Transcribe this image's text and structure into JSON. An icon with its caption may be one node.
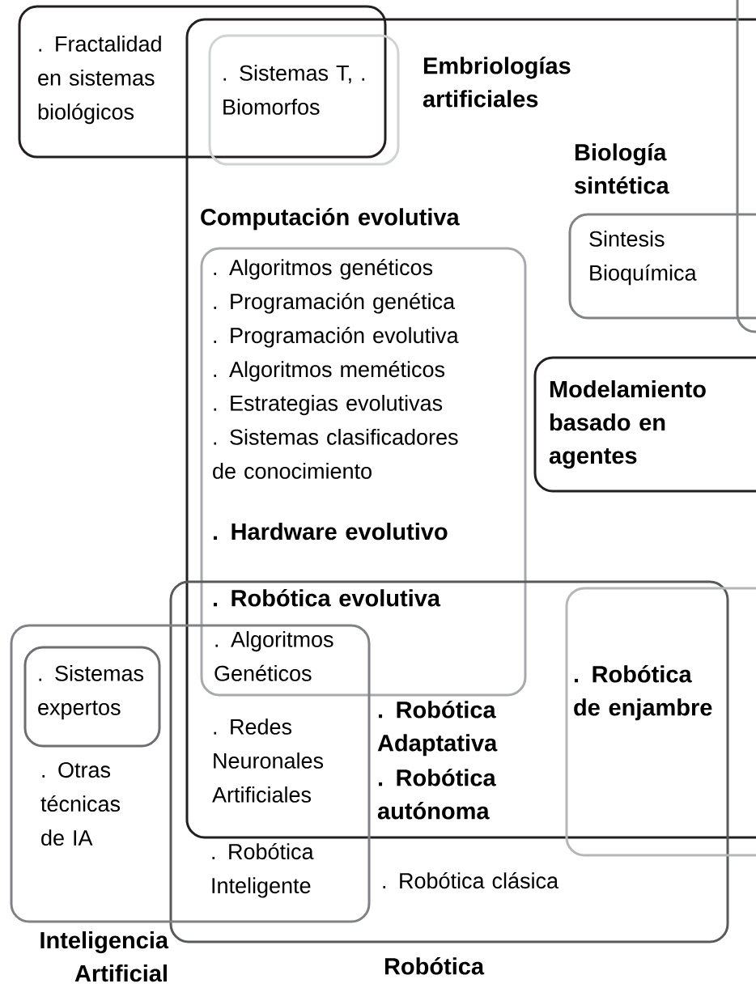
{
  "diagram": {
    "nodes": [
      {
        "text": [
          ". Fractalidad en sistemas biológicos"
        ]
      },
      {
        "text": [],
        "shape": "box"
      },
      {
        "text": [
          ". Sistemas T, . Biomorfos"
        ],
        "in": 1
      },
      {
        "text": [],
        "shape": "box"
      },
      {
        "text": [
          "Sintesis Bioquímica"
        ],
        "in": 1
      },
      {
        "text": [
          "Computación evolutiva",
          ". Algoritmos genéticos",
          ". Programación genética",
          ". Programación evolutiva",
          ". Algoritmos meméticos",
          ". Estrategias evolutivas",
          ". Sistemas clasificadores de conocimiento",
          ". Hardware evolutivo"
        ],
        "in": 1
      },
      {
        "text": [
          "Modelamiento basado en agentes"
        ],
        "in": 1
      },
      {
        "text": [
          ". Robótica clásica",
          "Robótica"
        ]
      },
      {
        "text": [
          ". Robótica de enjambre"
        ]
      },
      {
        "text": [
          ". Otras técnicas de IA",
          "Inteligencia Artificial"
        ]
      },
      {
        "text": [
          ". Sistemas expertos"
        ],
        "in": 9
      }
    ],
    "labels": [
      "Embriologías artificiales",
      "Biología sintética",
      ". Robótica evolutiva",
      ". Algoritmos Genéticos",
      ". Redes Neuronales Artificiales",
      ". Robótica Adaptativa",
      ". Robótica autónoma",
      ". Robótica Inteligente"
    ]
  }
}
